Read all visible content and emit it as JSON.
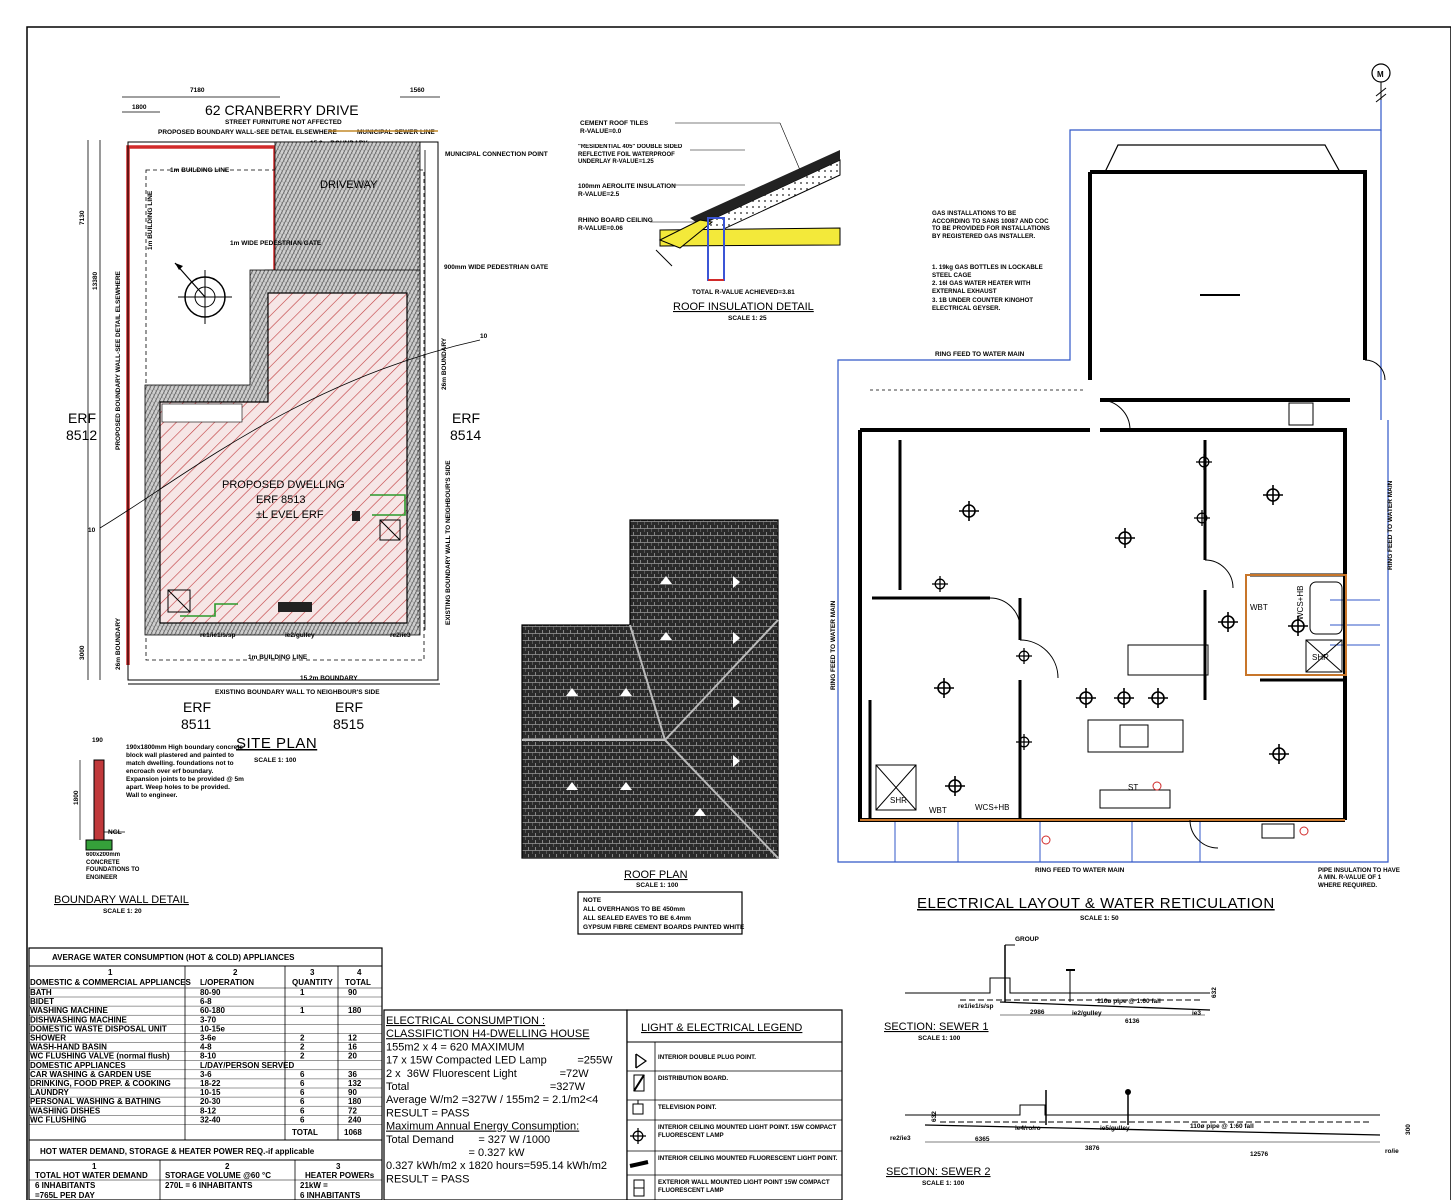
{
  "site_plan": {
    "address": "62 CRANBERRY DRIVE",
    "street_note": "STREET FURNITURE NOT AFFECTED",
    "boundary_note": "PROPOSED BOUNDARY WALL-SEE DETAIL ELSEWHERE",
    "sewer_line": "MUNICIPAL SEWER LINE",
    "connection": "MUNICIPAL CONNECTION POINT",
    "left_wall_note": "PROPOSED BOUNDARY WALL-SEE DETAIL ELSEWHERE",
    "building_line_top": "1m BUILDING LINE",
    "building_line_left": "1m BUILDING LINE",
    "building_line_bottom": "1m BUILDING LINE",
    "gate_1m": "1m WIDE PEDESTRIAN GATE",
    "gate_900": "900mm WIDE PEDESTRIAN GATE",
    "boundary_right": "EXISTING BOUNDARY WALL TO NEIGHBOUR'S SIDE",
    "boundary_bottom": "EXISTING BOUNDARY WALL TO NEIGHBOUR'S SIDE",
    "boundary_left": "26m BOUNDARY",
    "boundary_top": "15.2m BOUNDARY",
    "boundary_bottom_dim": "15.2m BOUNDARY",
    "boundary_right_dim": "26m BOUNDARY",
    "driveway": "DRIVEWAY",
    "erf_left_label": "ERF",
    "erf_left_num": "8512",
    "erf_right_label": "ERF",
    "erf_right_num": "8514",
    "erf_bl_label": "ERF",
    "erf_bl_num": "8511",
    "erf_br_label": "ERF",
    "erf_br_num": "8515",
    "dwelling_1": "PROPOSED DWELLING",
    "dwelling_2": "ERF 8513",
    "dwelling_3": "±L EVEL ERF",
    "dim_7180": "7180",
    "dim_1800": "1800",
    "dim_1560": "1560",
    "dim_7130": "7130",
    "dim_13380": "13380",
    "dim_3000": "3000",
    "contour_10a": "10",
    "contour_10b": "10",
    "re_label": "re1/ie1/s/sp",
    "ie_label": "ie2/gulley",
    "re2": "re2/ie3",
    "title": "SITE PLAN",
    "scale": "SCALE 1: 100"
  },
  "boundary_wall": {
    "dim_190": "190",
    "dim_1800": "1800",
    "note": "190x1800mm High boundary concrete block wall plastered and painted to match dwelling. foundations not to encroach over erf boundary. Expansion joints to be provided @ 5m apart. Weep holes to be provided. Wall to engineer.",
    "ngl": "NGL",
    "found": "600x200mm CONCRETE FOUNDATIONS TO ENGINEER",
    "title": "BOUNDARY WALL DETAIL",
    "scale": "SCALE 1: 20"
  },
  "roof_detail": {
    "l1": "CEMENT ROOF TILES",
    "l1b": "R-VALUE=0.0",
    "l2": "\"RESIDENTIAL 405\" DOUBLE SIDED REFLECTIVE FOIL WATERPROOF UNDERLAY R-VALUE=1.25",
    "l3": "100mm AEROLITE INSULATION",
    "l3b": "R-VALUE=2.5",
    "l4": "RHINO BOARD CEILING",
    "l4b": "R-VALUE=0.06",
    "total": "TOTAL R-VALUE ACHIEVED=3.81",
    "title": "ROOF INSULATION DETAIL",
    "scale": "SCALE 1: 25"
  },
  "roof_plan": {
    "title": "ROOF PLAN",
    "scale": "SCALE 1: 100",
    "note_1": "NOTE",
    "note_2": "ALL OVERHANGS TO BE 450mm",
    "note_3": "ALL SEALED EAVES TO BE 6.4mm",
    "note_4": "GYPSUM FIBRE CEMENT BOARDS PAINTED WHITE"
  },
  "electrical": {
    "gas_note": "GAS INSTALLATIONS TO BE ACCORDING TO SANS 10087 AND COC TO BE PROVIDED FOR INSTALLATIONS BY REGISTERED GAS INSTALLER.",
    "gas_1": "1.  19kg GAS BOTTLES IN LOCKABLE STEEL CAGE",
    "gas_2": "2.  16l GAS WATER HEATER WITH EXTERNAL EXHAUST",
    "gas_3": "3.  1B UNDER COUNTER KINGHOT ELECTRICAL GEYSER.",
    "ring_top": "RING FEED TO WATER MAIN",
    "ring_left": "RING FEED TO WATER MAIN",
    "ring_right": "RING FEED TO WATER MAIN",
    "ring_bottom": "RING FEED TO WATER MAIN",
    "meter": "M",
    "pipe_note": "PIPE INSULATION TO HAVE A MIN. R-VALUE OF 1 WHERE REQUIRED.",
    "wbt_1": "WBT",
    "wcs_1": "WCS+HB",
    "shr_1": "SHR",
    "wbt_2": "WBT",
    "wcs_2": "WCS+HB",
    "shr_2": "SHR",
    "st": "ST",
    "title": "ELECTRICAL LAYOUT & WATER RETICULATION",
    "scale": "SCALE 1: 50"
  },
  "water_table": {
    "title": "AVERAGE WATER CONSUMPTION (HOT & COLD) APPLIANCES",
    "colnums": [
      "1",
      "2",
      "3",
      "4"
    ],
    "headers": [
      "DOMESTIC & COMMERCIAL APPLIANCES",
      "L/OPERATION",
      "QUANTITY",
      "TOTAL"
    ],
    "rows": [
      [
        "BATH",
        "80-90",
        "1",
        "90"
      ],
      [
        "BIDET",
        "6-8",
        "",
        ""
      ],
      [
        "WASHING MACHINE",
        "60-180",
        "1",
        "180"
      ],
      [
        "DISHWASHING MACHINE",
        "3-70",
        "",
        ""
      ],
      [
        "DOMESTIC WASTE DISPOSAL UNIT",
        "10-15e",
        "",
        ""
      ],
      [
        "SHOWER",
        "3-6e",
        "2",
        "12"
      ],
      [
        "WASH-HAND BASIN",
        "4-8",
        "2",
        "16"
      ],
      [
        "WC FLUSHING VALVE (normal flush)",
        "8-10",
        "2",
        "20"
      ],
      [
        "DOMESTIC APPLIANCES",
        "L/DAY/PERSON SERVED",
        "",
        ""
      ],
      [
        "CAR WASHING & GARDEN USE",
        "3-6",
        "6",
        "36"
      ],
      [
        "DRINKING, FOOD PREP. & COOKING",
        "18-22",
        "6",
        "132"
      ],
      [
        "LAUNDRY",
        "10-15",
        "6",
        "90"
      ],
      [
        "PERSONAL WASHING & BATHING",
        "20-30",
        "6",
        "180"
      ],
      [
        "WASHING DISHES",
        "8-12",
        "6",
        "72"
      ],
      [
        "WC FLUSHING",
        "32-40",
        "6",
        "240"
      ]
    ],
    "total_label": "TOTAL",
    "total_value": "1068",
    "hw_title": "HOT WATER DEMAND, STORAGE & HEATER POWER REQ.-if applicable",
    "hw_cols": [
      "1",
      "2",
      "3"
    ],
    "hw_headers": [
      "TOTAL HOT WATER DEMAND",
      "STORAGE VOLUME @60 °C",
      "HEATER POWERs"
    ],
    "hw_row1": [
      "6 INHABITANTS",
      "270L = 6 INHABITANTS",
      "21kW ="
    ],
    "hw_row2": [
      "=765L PER DAY",
      "",
      "6 INHABITANTS"
    ]
  },
  "consumption": {
    "lines": [
      "ELECTRICAL CONSUMPTION :",
      "CLASSIFICTION H4-DWELLING HOUSE",
      "155m2 x 4 = 620 MAXIMUM",
      "17 x 15W Compacted LED Lamp          =255W",
      "2 x  36W Fluorescent Light              =72W",
      "Total                                              =327W",
      "Average W/m2 =327W / 155m2 = 2.1/m2<4",
      "RESULT = PASS",
      "Maximum Annual Energy Consumption:",
      "Total Demand        = 327 W /1000",
      "                           = 0.327 kW",
      "0.327 kWh/m2 x 1820 hours=595.14 kWh/m2",
      "RESULT = PASS"
    ]
  },
  "legend": {
    "title": "LIGHT & ELECTRICAL LEGEND",
    "items": [
      "INTERIOR DOUBLE PLUG POINT.",
      "DISTRIBUTION BOARD.",
      "TELEVISION POINT.",
      "INTERIOR CEILING MOUNTED LIGHT POINT. 15W COMPACT FLUORESCENT LAMP",
      "INTERIOR CEILING MOUNTED FLUORESCENT LIGHT POINT.",
      "EXTERIOR WALL MOUNTED LIGHT POINT 15W COMPACT FLUORESCENT LAMP"
    ]
  },
  "sewer": {
    "s1_title": "SECTION: SEWER 1",
    "s1_scale": "SCALE 1: 100",
    "s1_d1": "2986",
    "s1_d2": "6136",
    "s1_pipe": "110ø pipe @ 1:60 fall",
    "s1_re": "re1/ie1/s/sp",
    "s1_ie": "ie2/gulley",
    "s1_ie3": "ie3",
    "s1_grp": "GROUP",
    "s1_632": "632",
    "s2_title": "SECTION: SEWER 2",
    "s2_scale": "SCALE 1: 100",
    "s2_d1": "6365",
    "s2_d2": "3876",
    "s2_d3": "12576",
    "s2_pipe": "110ø pipe @ 1:60 fall",
    "s2_re": "re2/ie3",
    "s2_ie4": "ie4/ro/ro",
    "s2_ie5": "ie5/gulley",
    "s2_end": "ro/ie",
    "s2_632": "632",
    "s2_300": "300"
  }
}
